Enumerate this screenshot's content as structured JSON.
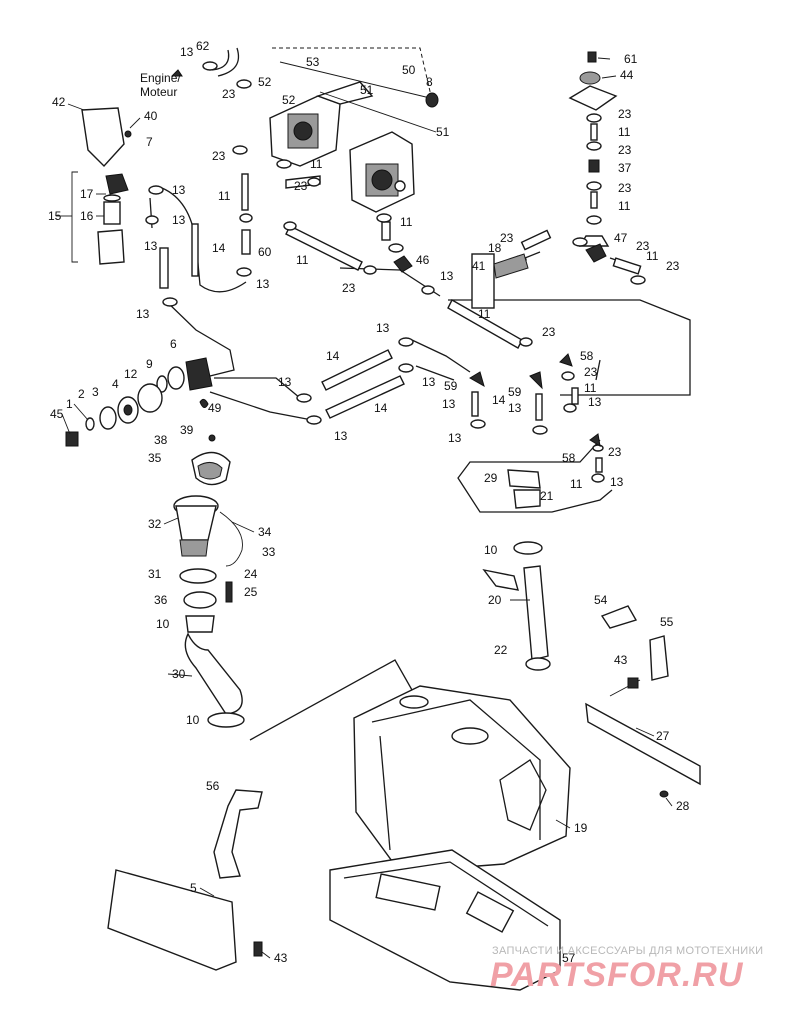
{
  "engine_label": "Engine/\nMoteur",
  "watermark": {
    "tagline": "ЗАПЧАСТИ И АКСЕССУАРЫ ДЛЯ МОТОТЕХНИКИ",
    "brand": "PARTSFOR.RU"
  },
  "callouts": [
    "13",
    "62",
    "52",
    "53",
    "50",
    "8",
    "61",
    "44",
    "23",
    "52",
    "51",
    "42",
    "40",
    "7",
    "51",
    "23",
    "11",
    "23",
    "11",
    "37",
    "23",
    "11",
    "17",
    "13",
    "23",
    "15",
    "16",
    "11",
    "13",
    "13",
    "14",
    "60",
    "23",
    "11",
    "11",
    "23",
    "18",
    "47",
    "23",
    "41",
    "46",
    "11",
    "13",
    "13",
    "23",
    "23",
    "13",
    "11",
    "23",
    "6",
    "13",
    "14",
    "58",
    "9",
    "12",
    "23",
    "4",
    "3",
    "59",
    "59",
    "11",
    "2",
    "13",
    "13",
    "13",
    "1",
    "14",
    "14",
    "13",
    "49",
    "45",
    "13",
    "13",
    "13",
    "39",
    "38",
    "58",
    "23",
    "35",
    "11",
    "13",
    "29",
    "21",
    "32",
    "34",
    "33",
    "10",
    "31",
    "24",
    "36",
    "25",
    "20",
    "54",
    "10",
    "55",
    "22",
    "43",
    "30",
    "27",
    "10",
    "56",
    "28",
    "19",
    "5",
    "43",
    "57"
  ]
}
